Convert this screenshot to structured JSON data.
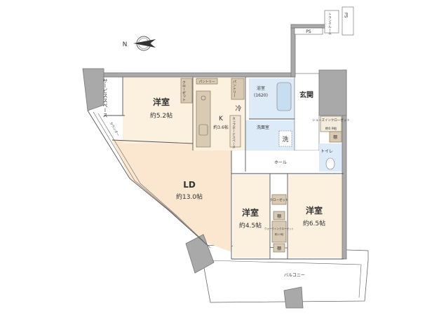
{
  "compass": {
    "north_label": "N"
  },
  "rooms": {
    "western_room_1": {
      "name": "洋室",
      "size": "約5.2帖"
    },
    "kitchen": {
      "name": "K",
      "size": "約3.6帖"
    },
    "ld": {
      "name": "LD",
      "size": "約13.0帖"
    },
    "western_room_2": {
      "name": "洋室",
      "size": "約4.5帖"
    },
    "western_room_3": {
      "name": "洋室",
      "size": "約6.5帖"
    },
    "bathroom": {
      "name": "浴室",
      "size": "(1620)"
    },
    "washroom": {
      "name": "洗面室"
    },
    "entrance": {
      "name": "玄関"
    },
    "hall": {
      "name": "ホール"
    },
    "toilet": {
      "name": "トイレ"
    },
    "balcony": {
      "name": "バルコニー"
    },
    "service_space": {
      "name": "サービススペース"
    }
  },
  "fixtures": {
    "closet_1": "クローゼット",
    "pantry_1": "パントリー",
    "pantry_2": "パントリー",
    "fridge": "冷",
    "cupboard": "カップボードスペース",
    "washer": "洗",
    "shoe_closet": "シューズインクローゼット",
    "shoe_closet_size": "約0.9帖",
    "shelf_1": "棚",
    "closet_2": "クローゼット",
    "shelf_2": "棚",
    "walkin_closet": "ウォークインクローゼット",
    "walkin_size": "約1.0帖",
    "shelf_3": "棚",
    "counter": "カウンター",
    "ps_1": "PS",
    "ps_2": "PS",
    "trunk_room": "トランクルーム"
  }
}
